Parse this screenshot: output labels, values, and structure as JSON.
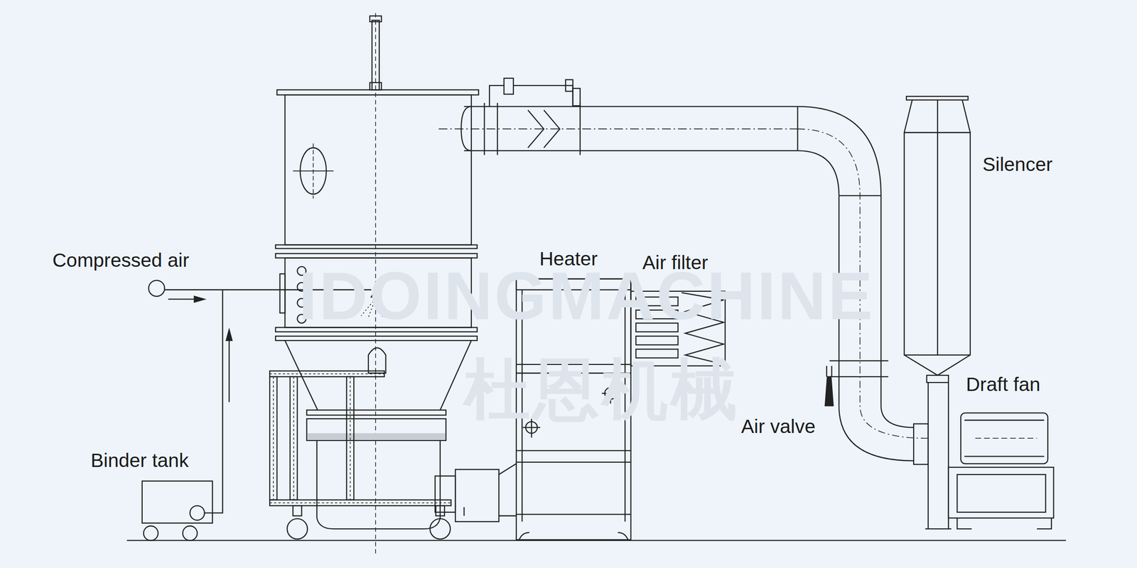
{
  "diagram": {
    "labels": [
      "Compressed air",
      "Heater",
      "Air filter",
      "Silencer",
      "Draft fan",
      "Air valve",
      "Binder tank",
      "IDOINGMACHINE",
      "杜恩机械"
    ]
  }
}
